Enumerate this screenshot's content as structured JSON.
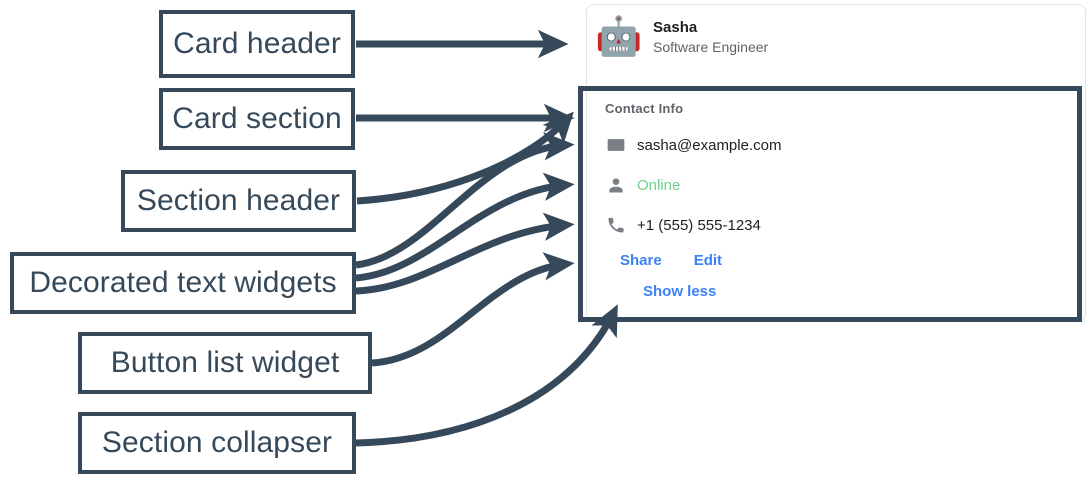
{
  "annotations": [
    {
      "id": "card-header",
      "label": "Card header"
    },
    {
      "id": "card-section",
      "label": "Card section"
    },
    {
      "id": "section-header",
      "label": "Section header"
    },
    {
      "id": "decorated-text",
      "label": "Decorated text widgets"
    },
    {
      "id": "button-list",
      "label": "Button list widget"
    },
    {
      "id": "section-collapser",
      "label": "Section collapser"
    }
  ],
  "card": {
    "header": {
      "avatar_icon": "robot-icon",
      "avatar_glyph": "🤖",
      "title": "Sasha",
      "subtitle": "Software Engineer"
    },
    "section": {
      "header": "Contact Info",
      "rows": [
        {
          "icon": "email-icon",
          "text": "sasha@example.com",
          "status": false
        },
        {
          "icon": "person-icon",
          "text": "Online",
          "status": true
        },
        {
          "icon": "phone-icon",
          "text": "+1 (555) 555-1234",
          "status": false
        }
      ],
      "buttons": [
        {
          "label": "Share"
        },
        {
          "label": "Edit"
        }
      ],
      "collapser": {
        "label": "Show less"
      }
    }
  },
  "colors": {
    "annotation_stroke": "#36495a",
    "card_border": "#e3e3e3",
    "link_blue": "#3b82f6",
    "online_green": "#6fd18a",
    "muted_gray": "#5f6368",
    "icon_gray": "#7a7f85",
    "text_primary": "#202124"
  }
}
